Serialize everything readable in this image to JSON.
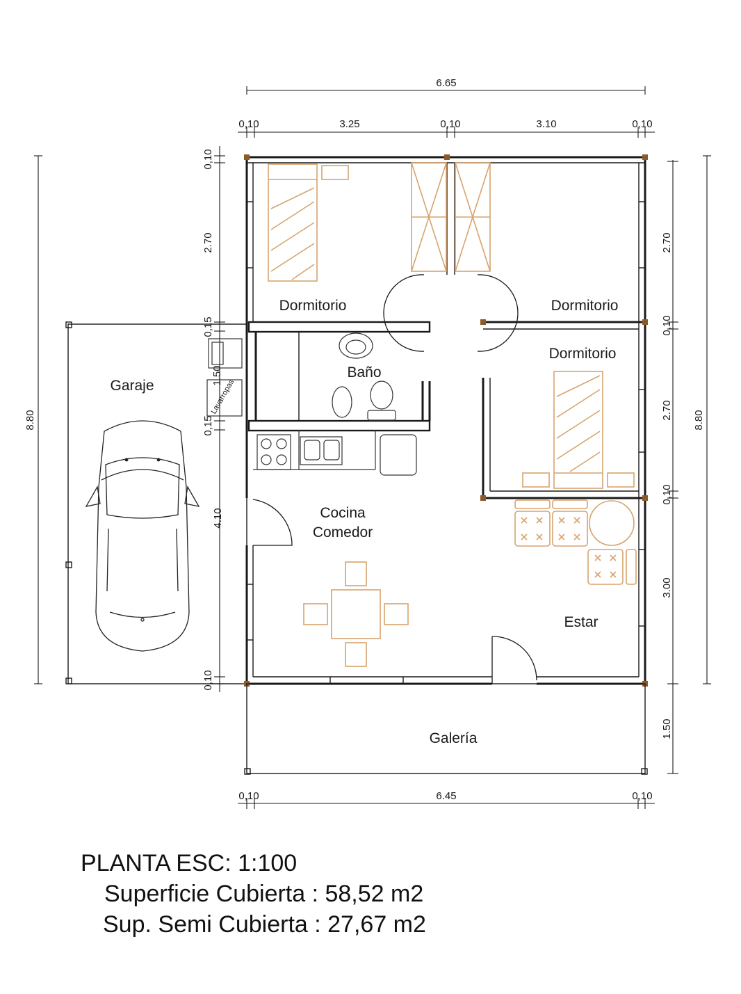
{
  "dimensions": {
    "top_total": "6.65",
    "top_segments": [
      "0,10",
      "3.25",
      "0,10",
      "3.10",
      "0,10"
    ],
    "left_total": "8.80",
    "left_segments": [
      "0,10",
      "2.70",
      "0,15",
      "1.50",
      "0,15",
      "4.10",
      "0,10"
    ],
    "right_total": "8.80",
    "right_segments": [
      "2.70",
      "0,10",
      "2.70",
      "0,10",
      "3.00",
      "1.50"
    ],
    "bottom_segments": [
      "0,10",
      "6.45",
      "0,10"
    ]
  },
  "rooms": {
    "dormitorio_1": "Dormitorio",
    "dormitorio_2": "Dormitorio",
    "dormitorio_3": "Dormitorio",
    "bano": "Baño",
    "garaje": "Garaje",
    "lavarropas": "Lavarropas",
    "cocina": "Cocina",
    "comedor": "Comedor",
    "estar": "Estar",
    "galeria": "Galería"
  },
  "caption": {
    "title": "PLANTA ESC: 1:100",
    "covered": "Superficie Cubierta : 58,52 m2",
    "semi_covered": "Sup. Semi Cubierta : 27,67 m2"
  },
  "colors": {
    "walls": "#1a1a1a",
    "furniture": "#d7a36e"
  }
}
